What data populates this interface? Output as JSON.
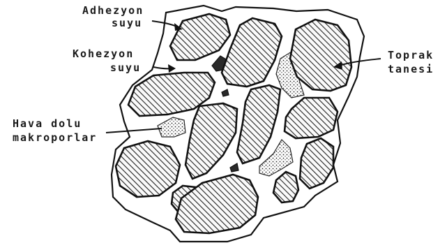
{
  "labels": {
    "adhezyon_line1": "Adhezyon",
    "adhezyon_line2": "suyu",
    "kohezyon_line1": "Kohezyon",
    "kohezyon_line2": "suyu",
    "hava_line1": "Hava dolu",
    "hava_line2": "makroporlar",
    "toprak_line1": "Toprak",
    "toprak_line2": "tanesi"
  },
  "colors": {
    "ink": "#111111",
    "background": "#ffffff"
  }
}
